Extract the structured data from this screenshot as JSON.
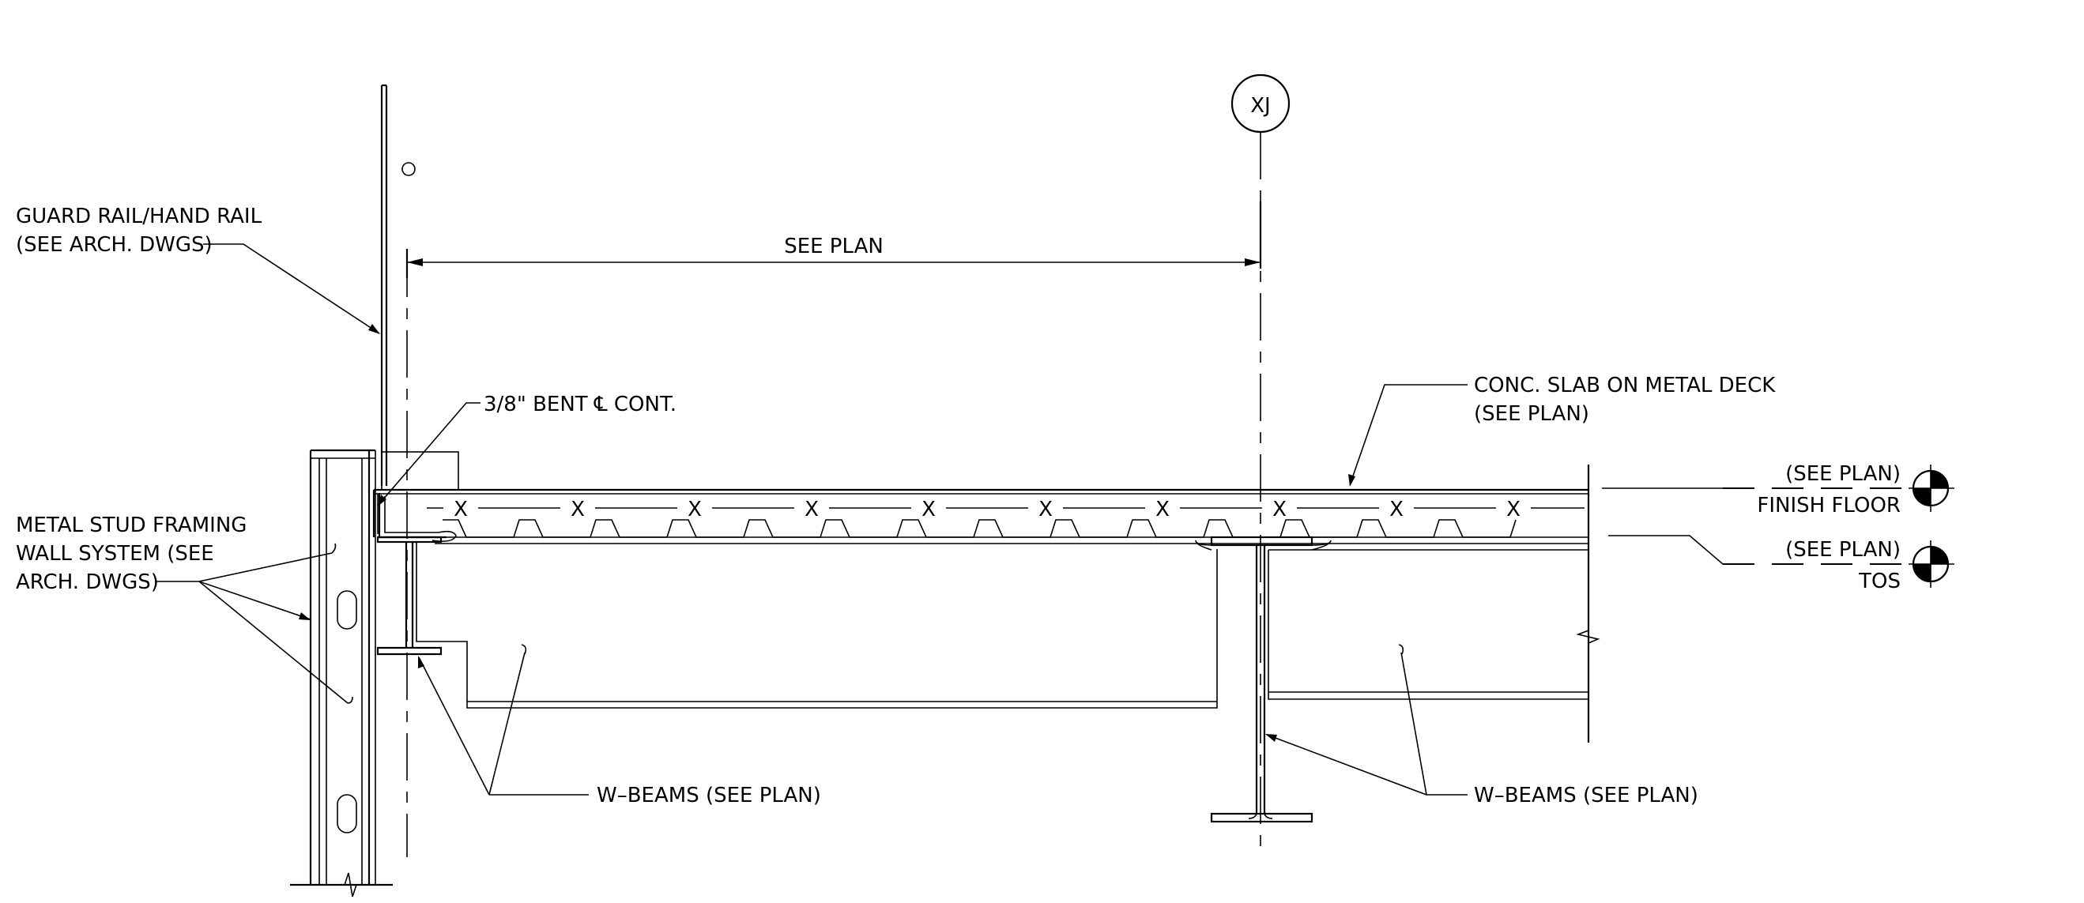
{
  "grid_bubble": {
    "label": "XJ"
  },
  "labels": {
    "guard_rail_line1": "GUARD RAIL/HAND RAIL",
    "guard_rail_line2": "(SEE ARCH. DWGS)",
    "dimension": "SEE PLAN",
    "bent_plate": "3/8\" BENT ℄ CONT.",
    "slab_line1": "CONC. SLAB ON METAL DECK",
    "slab_line2": "(SEE PLAN)",
    "stud_line1": "METAL STUD FRAMING",
    "stud_line2": "WALL SYSTEM (SEE",
    "stud_line3": "ARCH. DWGS)",
    "wbeams_left": "W–BEAMS (SEE PLAN)",
    "wbeams_right": "W–BEAMS (SEE PLAN)"
  },
  "elevations": [
    {
      "value": "(SEE PLAN)",
      "name": "FINISH FLOOR"
    },
    {
      "value": "(SEE PLAN)",
      "name": "TOS"
    }
  ],
  "deck_marks": [
    "X",
    "X",
    "X",
    "X",
    "X",
    "X",
    "X",
    "X",
    "X",
    "X"
  ]
}
